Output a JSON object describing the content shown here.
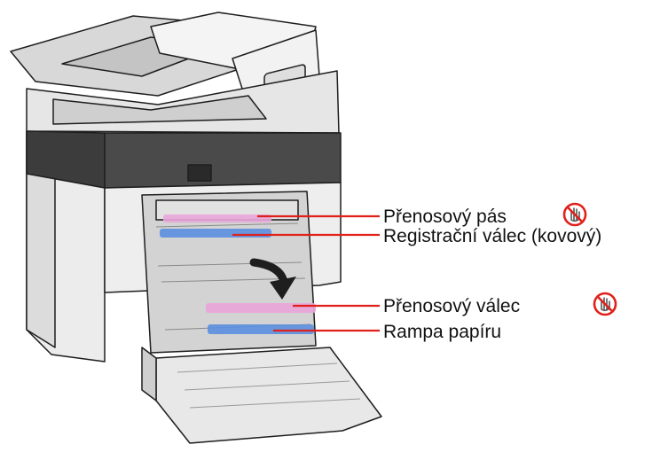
{
  "labels": {
    "transfer_belt": "Přenosový pás",
    "registration_roller": "Registrační válec (kovový)",
    "transfer_roller": "Přenosový válec",
    "paper_chute": "Rampa papíru"
  },
  "icons": {
    "no_touch": "no-touch-hand-icon"
  },
  "colors": {
    "leader_line": "#e0201a",
    "highlight_pink": "#e8a6d8",
    "highlight_blue": "#5b8fe0",
    "warning_red": "#e0201a",
    "body_gray": "#e9e9e9",
    "panel_dark": "#4a4a4a",
    "outline": "#1e1e1e"
  }
}
